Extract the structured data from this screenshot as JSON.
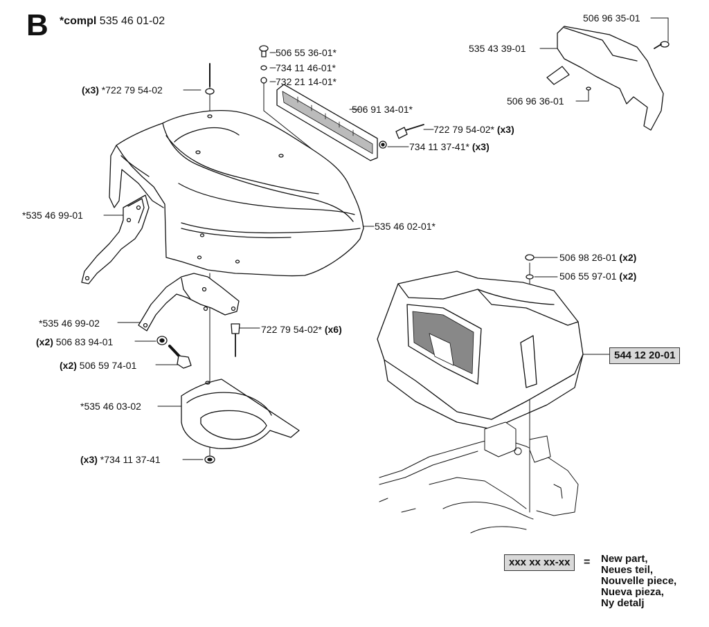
{
  "section": {
    "letter": "B",
    "compl_prefix": "*compl",
    "compl_number": "535 46 01-02"
  },
  "labels": [
    {
      "qty": "",
      "text": "506 96 35-01"
    },
    {
      "qty": "",
      "text": "535 43 39-01"
    },
    {
      "qty": "",
      "text": "506 96 36-01"
    },
    {
      "qty": "",
      "text": "506 55 36-01*"
    },
    {
      "qty": "",
      "text": "734 11 46-01*"
    },
    {
      "qty": "",
      "text": "732 21 14-01*"
    },
    {
      "qty": "(x3)",
      "text": "*722 79 54-02"
    },
    {
      "qty": "",
      "text": "506 91 34-01*"
    },
    {
      "qty": "",
      "text": "722 79 54-02*",
      "qty_after": "(x3)"
    },
    {
      "qty": "",
      "text": "734 11 37-41*",
      "qty_after": "(x3)"
    },
    {
      "qty": "",
      "text": "*535 46 99-01"
    },
    {
      "qty": "",
      "text": "535 46 02-01*"
    },
    {
      "qty": "",
      "text": "506 98 26-01",
      "qty_after": "(x2)"
    },
    {
      "qty": "",
      "text": "506 55 97-01",
      "qty_after": "(x2)"
    },
    {
      "qty": "",
      "text": "*535 46 99-02"
    },
    {
      "qty": "(x2)",
      "text": "506 83 94-01"
    },
    {
      "qty": "",
      "text": "722 79 54-02*",
      "qty_after": "(x6)"
    },
    {
      "qty": "(x2)",
      "text": "506 59 74-01"
    },
    {
      "qty": "",
      "text": "*535 46 03-02"
    },
    {
      "qty": "(x3)",
      "text": "*734 11 37-41"
    }
  ],
  "new_part": {
    "number": "544 12 20-01"
  },
  "legend": {
    "box_text": "xxx xx xx-xx",
    "equals": "=",
    "lines": [
      "New part,",
      "Neues teil,",
      "Nouvelle piece,",
      "Nueva pieza,",
      "Ny detalj"
    ]
  }
}
